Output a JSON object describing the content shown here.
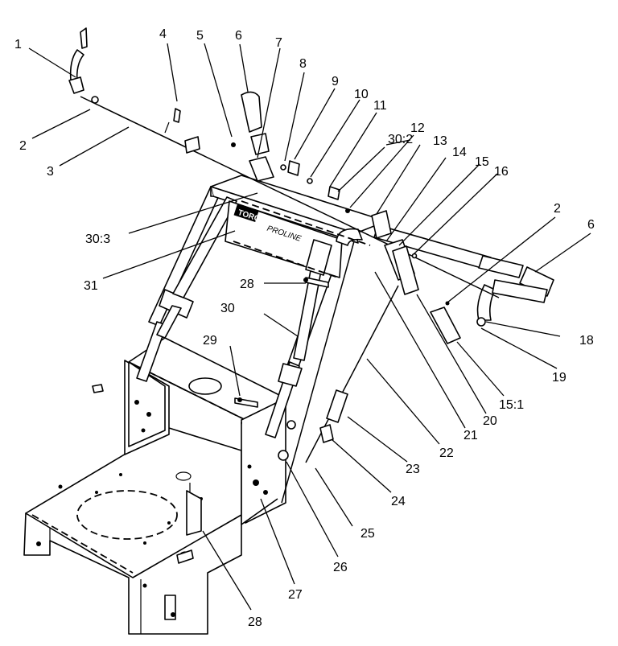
{
  "figure": {
    "decal_brand": "TORO",
    "decal_model": "PROLINE"
  },
  "callouts": [
    {
      "id": "c1",
      "label": "1"
    },
    {
      "id": "c2a",
      "label": "2"
    },
    {
      "id": "c3",
      "label": "3"
    },
    {
      "id": "c4",
      "label": "4"
    },
    {
      "id": "c5",
      "label": "5"
    },
    {
      "id": "c6a",
      "label": "6"
    },
    {
      "id": "c7",
      "label": "7"
    },
    {
      "id": "c8",
      "label": "8"
    },
    {
      "id": "c9",
      "label": "9"
    },
    {
      "id": "c10",
      "label": "10"
    },
    {
      "id": "c11",
      "label": "11"
    },
    {
      "id": "c30b",
      "label": "30:2"
    },
    {
      "id": "c12",
      "label": "12"
    },
    {
      "id": "c13",
      "label": "13"
    },
    {
      "id": "c14",
      "label": "14"
    },
    {
      "id": "c15",
      "label": "15"
    },
    {
      "id": "c16",
      "label": "16"
    },
    {
      "id": "c2b",
      "label": "2"
    },
    {
      "id": "c6b",
      "label": "6"
    },
    {
      "id": "c30c",
      "label": "30:3"
    },
    {
      "id": "c31",
      "label": "31"
    },
    {
      "id": "c28a",
      "label": "28"
    },
    {
      "id": "c30",
      "label": "30"
    },
    {
      "id": "c29",
      "label": "29"
    },
    {
      "id": "c18",
      "label": "18"
    },
    {
      "id": "c19",
      "label": "19"
    },
    {
      "id": "c15b",
      "label": "15:1"
    },
    {
      "id": "c20",
      "label": "20"
    },
    {
      "id": "c21",
      "label": "21"
    },
    {
      "id": "c22",
      "label": "22"
    },
    {
      "id": "c23",
      "label": "23"
    },
    {
      "id": "c24",
      "label": "24"
    },
    {
      "id": "c25",
      "label": "25"
    },
    {
      "id": "c26",
      "label": "26"
    },
    {
      "id": "c27",
      "label": "27"
    },
    {
      "id": "c28b",
      "label": "28"
    }
  ]
}
